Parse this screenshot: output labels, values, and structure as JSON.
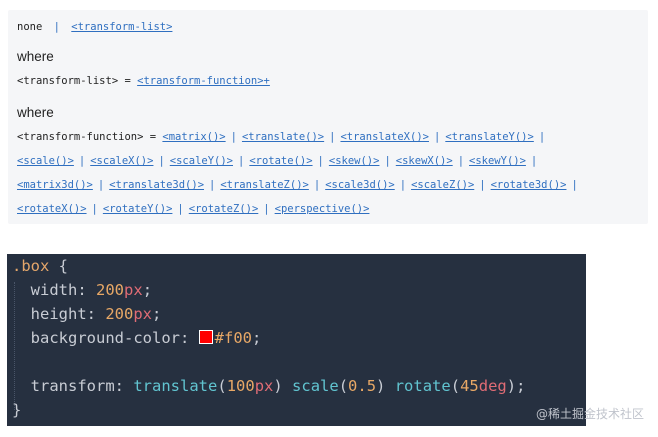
{
  "syntax": {
    "line1": {
      "none": "none",
      "sep": "|",
      "link": "<transform-list>"
    },
    "where1": "where",
    "line2": {
      "lhs": "<transform-list> =",
      "link": "<transform-function>+"
    },
    "where2": "where",
    "line3": {
      "lhs": "<transform-function> =",
      "links": [
        "<matrix()>",
        "<translate()>",
        "<translateX()>",
        "<translateY()>"
      ]
    },
    "line4": {
      "links": [
        "<scale()>",
        "<scaleX()>",
        "<scaleY()>",
        "<rotate()>",
        "<skew()>",
        "<skewX()>",
        "<skewY()>"
      ]
    },
    "line5": {
      "links": [
        "<matrix3d()>",
        "<translate3d()>",
        "<translateZ()>",
        "<scale3d()>",
        "<scaleZ()>",
        "<rotate3d()>"
      ]
    },
    "line6": {
      "links": [
        "<rotateX()>",
        "<rotateY()>",
        "<rotateZ()>",
        "<perspective()>"
      ]
    },
    "separator": "|"
  },
  "code": {
    "selector": ".box",
    "open_brace": " {",
    "width_prop": "width",
    "width_num": "200",
    "width_unit": "px",
    "height_prop": "height",
    "height_num": "200",
    "height_unit": "px",
    "bg_prop": "background-color",
    "bg_value": "#f00",
    "transform_prop": "transform",
    "translate_fn": "translate",
    "translate_num": "100",
    "translate_unit": "px",
    "scale_fn": "scale",
    "scale_num": "0.5",
    "rotate_fn": "rotate",
    "rotate_num": "45",
    "rotate_unit": "deg",
    "close_brace": "}",
    "swatch_color": "#ff0000"
  },
  "watermark": "@稀土掘金技术社区"
}
